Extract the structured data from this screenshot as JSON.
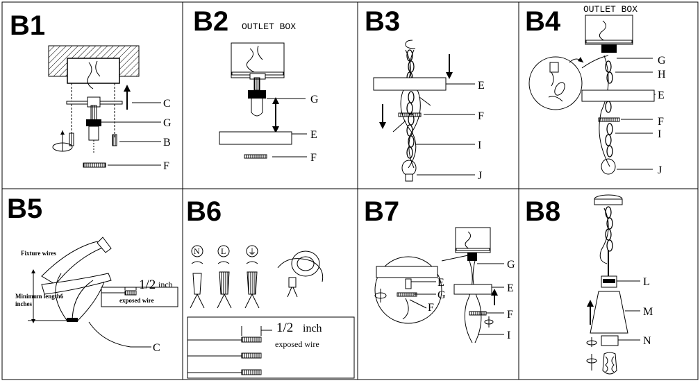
{
  "panels": [
    {
      "id": "B1",
      "labels": [
        "C",
        "G",
        "B",
        "F"
      ]
    },
    {
      "id": "B2",
      "caption": "OUTLET BOX",
      "labels": [
        "G",
        "E",
        "F"
      ]
    },
    {
      "id": "B3",
      "labels": [
        "E",
        "F",
        "I",
        "J"
      ]
    },
    {
      "id": "B4",
      "caption": "OUTLET BOX",
      "labels": [
        "G",
        "H",
        "E",
        "F",
        "I",
        "J"
      ]
    },
    {
      "id": "B5",
      "fixture_wires": "Fixture wires",
      "min_length_line1": "Minimum length6",
      "min_length_line2": "inches",
      "fraction": "1/2",
      "unit": "inch",
      "exposed": "exposed wire",
      "labels": [
        "C"
      ]
    },
    {
      "id": "B6",
      "symbols": [
        "N",
        "L",
        "⏚"
      ],
      "fraction": "1/2",
      "unit": "inch",
      "exposed": "exposed wire"
    },
    {
      "id": "B7",
      "labels": [
        "G",
        "E",
        "G",
        "F",
        "E",
        "F",
        "I"
      ]
    },
    {
      "id": "B8",
      "labels": [
        "L",
        "M",
        "N"
      ]
    }
  ]
}
